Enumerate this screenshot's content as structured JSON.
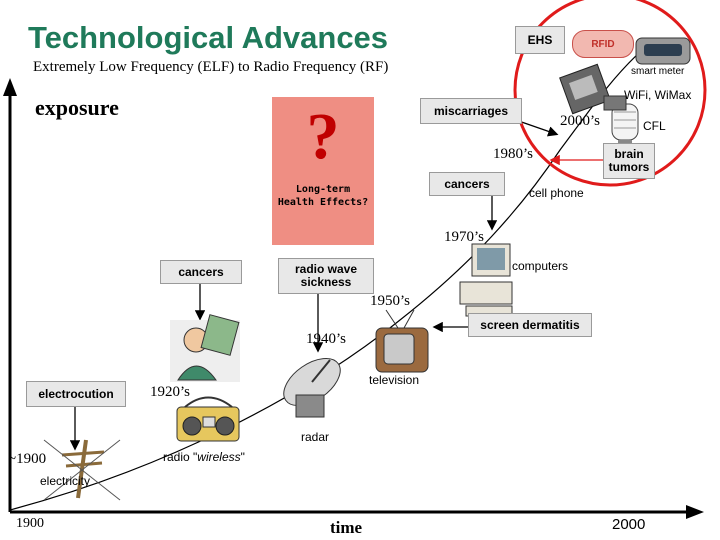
{
  "title": "Technological Advances",
  "subtitle": "Extremely Low Frequency (ELF) to Radio Frequency (RF)",
  "y_axis_label": "exposure",
  "x_axis_label": "time",
  "x_start": "1900",
  "x_end": "2000",
  "question_mark": "?",
  "long_term_line1": "Long-term",
  "long_term_line2": "Health Effects?",
  "decades": {
    "d1900": "~1900",
    "d1920": "1920’s",
    "d1940": "1940’s",
    "d1950": "1950’s",
    "d1970": "1970’s",
    "d1980": "1980’s",
    "d2000": "2000’s"
  },
  "technologies": {
    "electricity": "electricity",
    "radio_prefix": "radio \"",
    "radio_wireless": "wireless",
    "radio_suffix": "\"",
    "radar": "radar",
    "television": "television",
    "computers": "computers",
    "cell_phone": "cell phone",
    "cfl": "CFL",
    "wifi": "WiFi, WiMax",
    "smart_meter": "smart meter",
    "rfid": "RFID",
    "ehs": "EHS"
  },
  "effects": {
    "electrocution": "electrocution",
    "cancers_left": "cancers",
    "radio_wave_1": "radio wave",
    "radio_wave_2": "sickness",
    "screen_dermatitis": "screen dermatitis",
    "cancers_right": "cancers",
    "miscarriages": "miscarriages",
    "brain_1": "brain",
    "brain_2": "tumors"
  },
  "colors": {
    "title": "#1f7a5a",
    "highlight_ring": "#e01b1b",
    "question_box": "#ef8e83",
    "effect_box": "#e8e8e8"
  }
}
